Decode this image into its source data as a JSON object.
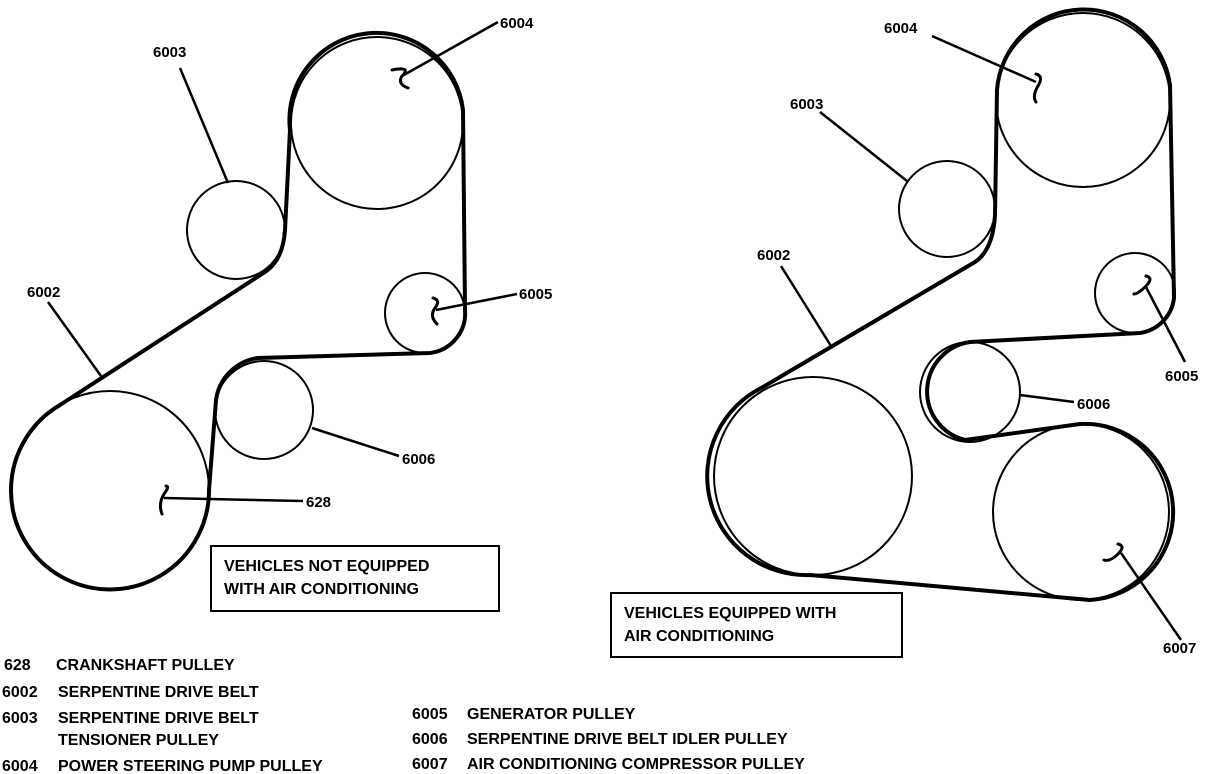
{
  "diagrams": [
    {
      "caption": [
        "VEHICLES NOT EQUIPPED",
        "WITH AIR CONDITIONING"
      ],
      "callouts": [
        "6003",
        "6004",
        "6002",
        "6005",
        "6006",
        "628"
      ]
    },
    {
      "caption": [
        "VEHICLES EQUIPPED WITH",
        "AIR CONDITIONING"
      ],
      "callouts": [
        "6004",
        "6003",
        "6002",
        "6005",
        "6006",
        "6007"
      ]
    }
  ],
  "legend": [
    {
      "number": "628",
      "text": [
        "CRANKSHAFT PULLEY"
      ]
    },
    {
      "number": "6002",
      "text": [
        "SERPENTINE DRIVE BELT"
      ]
    },
    {
      "number": "6003",
      "text": [
        "SERPENTINE DRIVE BELT",
        "TENSIONER PULLEY"
      ]
    },
    {
      "number": "6004",
      "text": [
        "POWER STEERING PUMP PULLEY"
      ]
    },
    {
      "number": "6005",
      "text": [
        "GENERATOR PULLEY"
      ]
    },
    {
      "number": "6006",
      "text": [
        "SERPENTINE DRIVE BELT IDLER PULLEY"
      ]
    },
    {
      "number": "6007",
      "text": [
        "AIR CONDITIONING COMPRESSOR PULLEY"
      ]
    }
  ]
}
